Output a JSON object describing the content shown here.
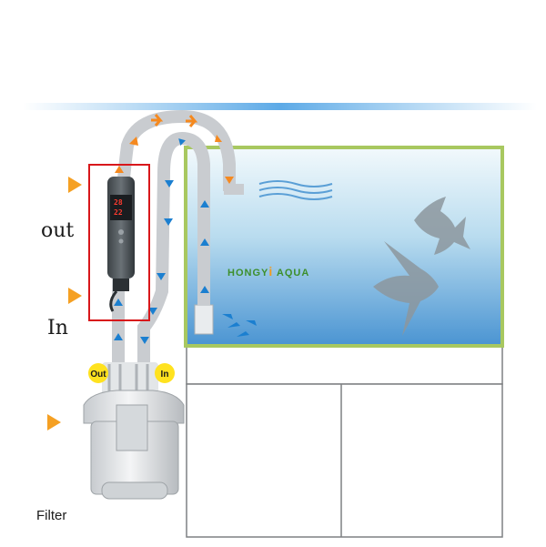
{
  "labels": {
    "out": "out",
    "in": "In",
    "filter": "Filter",
    "badge_out": "Out",
    "badge_in": "In"
  },
  "brand": {
    "part1": "HONGY",
    "part2": "i",
    "part3": "AQUA"
  },
  "heater_display": {
    "line1": "28",
    "line2": "22"
  },
  "colors": {
    "tank_border": "#a8c860",
    "water_top": "#ecf6fb",
    "water_bottom": "#4a94d2",
    "pipe": "#c9ccd0",
    "arrow_orange": "#f5891f",
    "arrow_blue": "#1b7fd0",
    "heater_frame": "#d8171b",
    "badge_yellow": "#ffe21f",
    "brand_green": "#3d8f2c",
    "brand_orange": "#f29a1f"
  },
  "icons": {
    "pointer": "orange-triangle-pointer-icon",
    "flow": "flow-arrow-icon",
    "fish": "angelfish-icon"
  }
}
